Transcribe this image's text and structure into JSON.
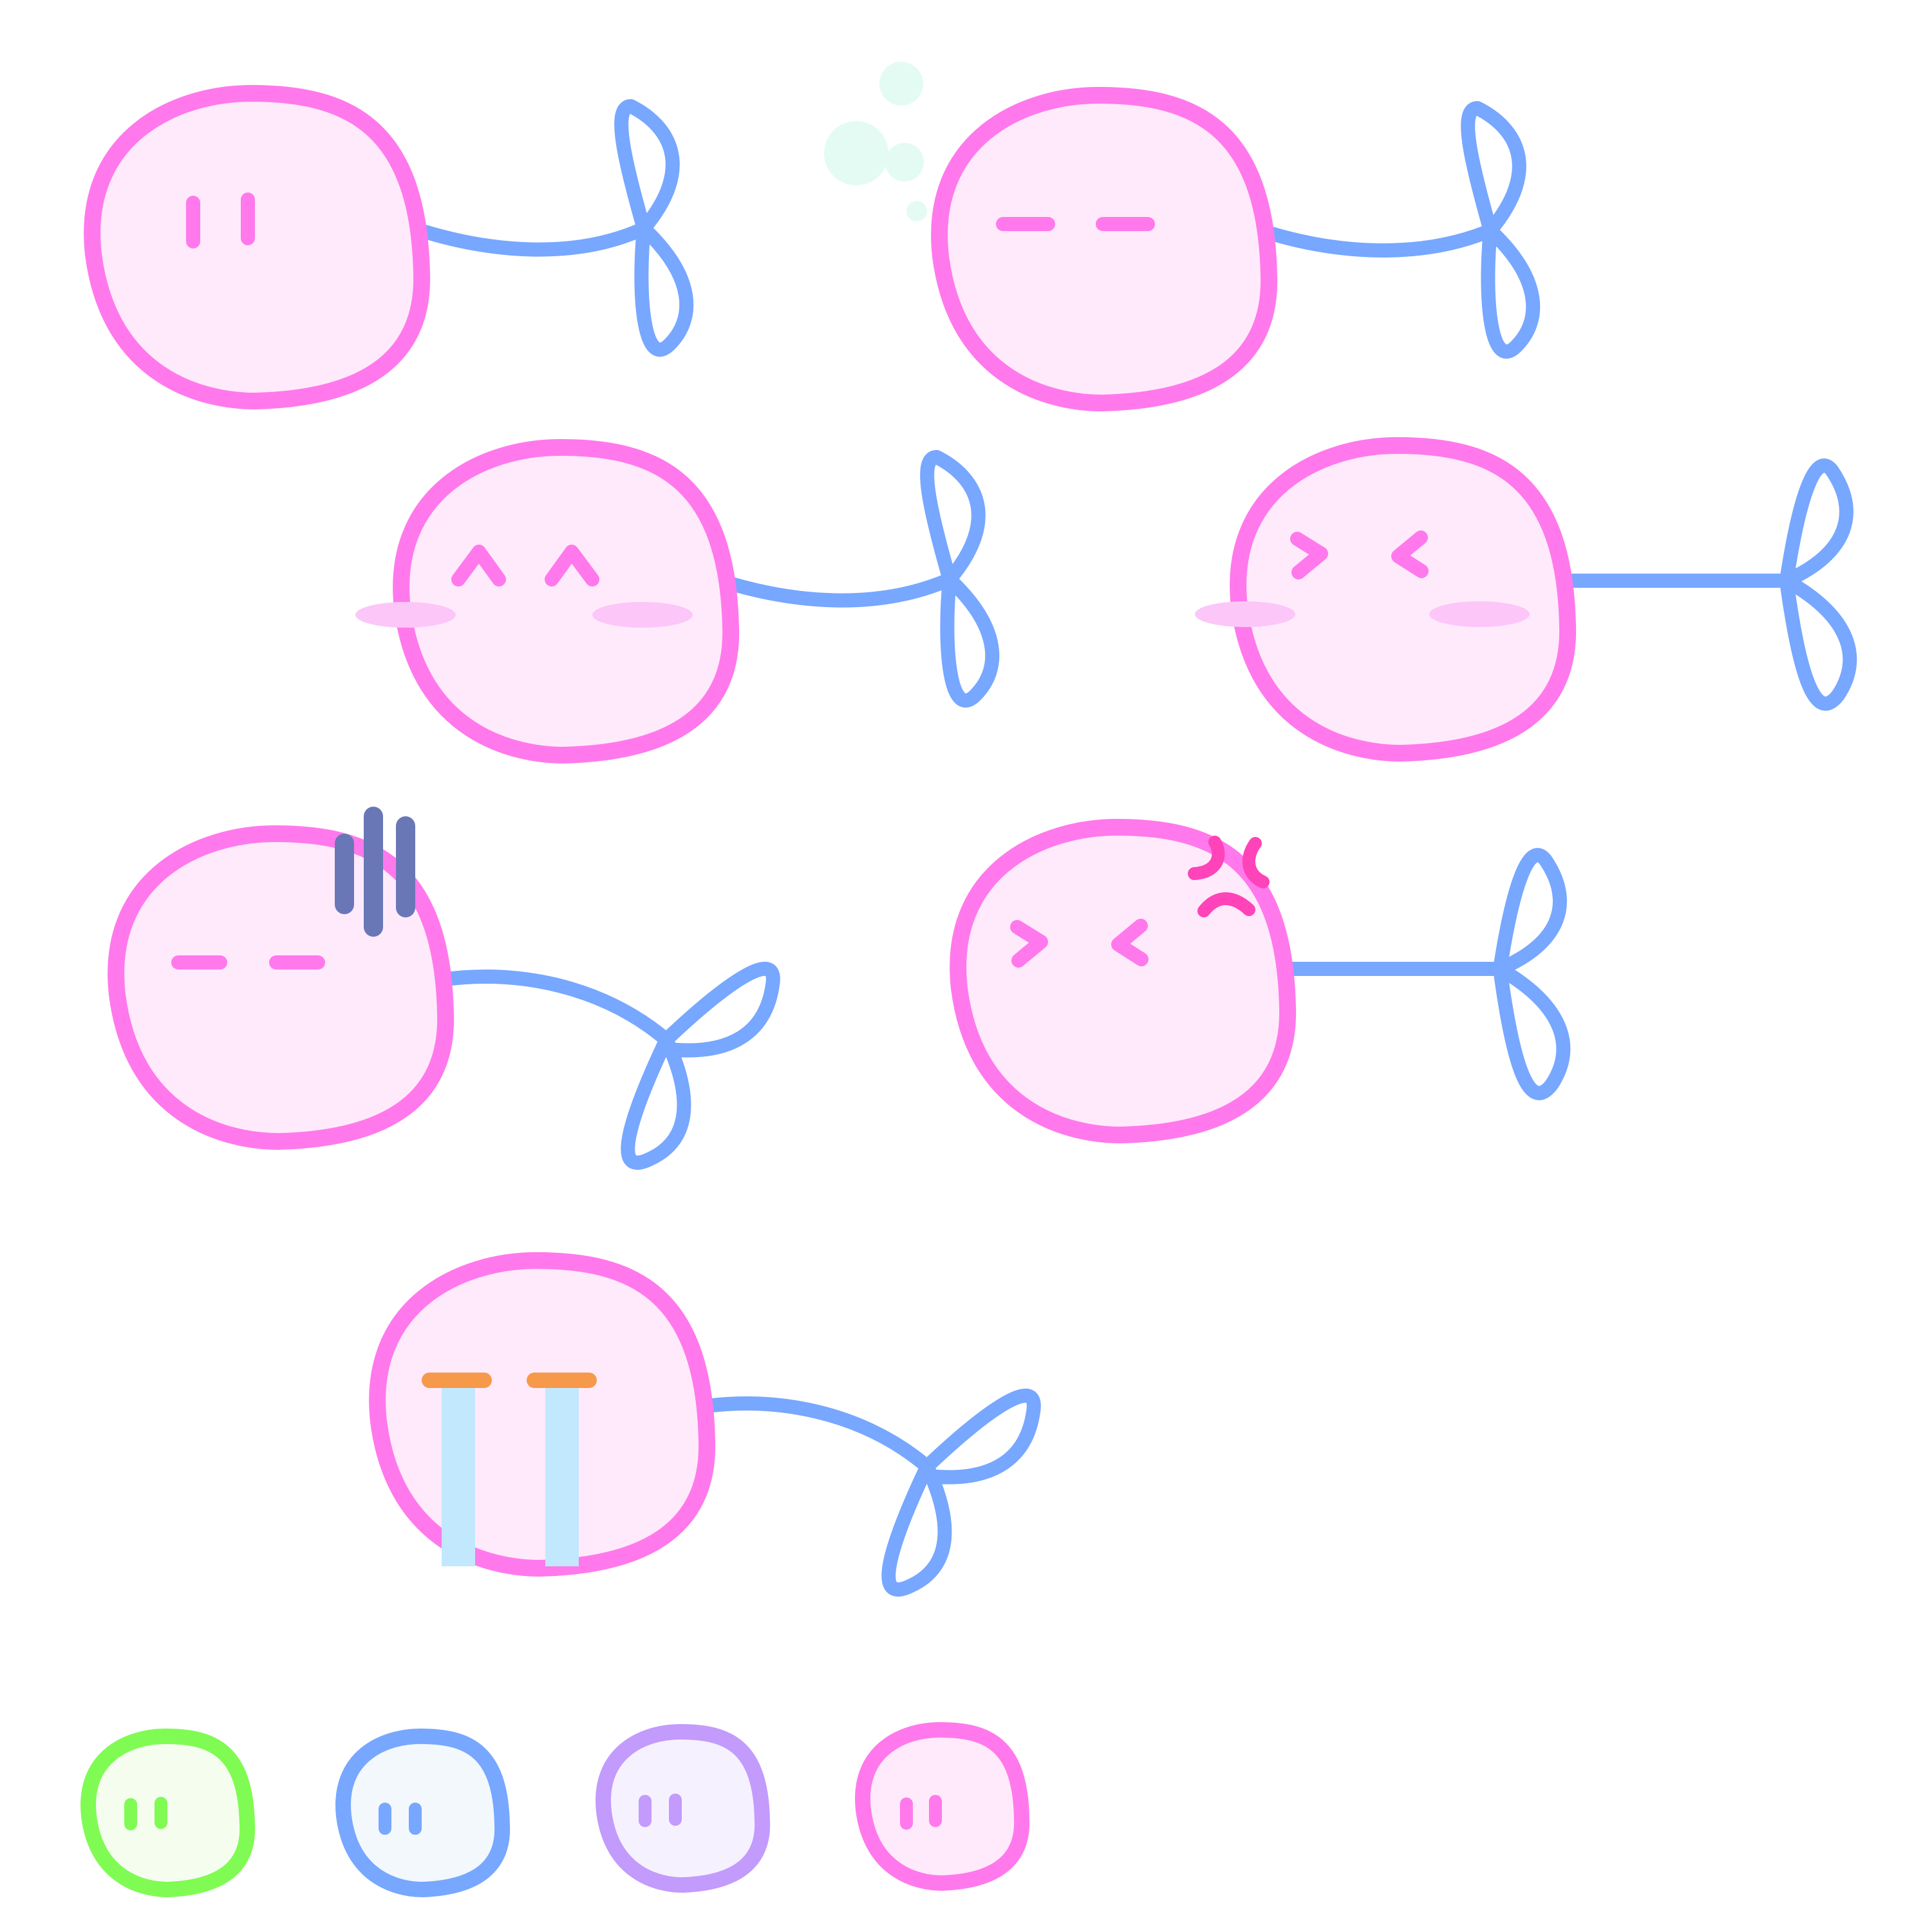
{
  "sheet": {
    "background": "#ffffff",
    "palette": {
      "body_fill": "#ffeafc",
      "body_stroke": "#ff79ec",
      "face": "#ff79ec",
      "stem": "#77a7ff",
      "blush": "#fcc6f8",
      "bubble": "#e4fbf4",
      "gloom": "#6a77b7",
      "anger": "#ff43b9",
      "tear": "#c2e8fd",
      "lid": "#f7994a"
    },
    "characters": [
      {
        "name": "neutral",
        "expression": "dot-eyes",
        "stem": "curved-right"
      },
      {
        "name": "sleepy",
        "expression": "closed-line-eyes",
        "extras": [
          "bubbles"
        ],
        "stem": "curved-right"
      },
      {
        "name": "happy",
        "expression": "caret-eyes",
        "extras": [
          "blush"
        ],
        "stem": "curved-right"
      },
      {
        "name": "squint",
        "expression": "chevron-eyes",
        "extras": [
          "blush"
        ],
        "stem": "straight-right"
      },
      {
        "name": "gloomy",
        "expression": "closed-line-eyes",
        "extras": [
          "gloom-lines"
        ],
        "stem": "drooping"
      },
      {
        "name": "angry",
        "expression": "chevron-eyes",
        "extras": [
          "anger-mark"
        ],
        "stem": "straight-right"
      },
      {
        "name": "crying",
        "expression": "closed-line-eyes",
        "extras": [
          "tear-streams"
        ],
        "stem": "drooping"
      }
    ],
    "color_variants": [
      {
        "name": "green",
        "stroke": "#80fb53",
        "fill": "#f5fdef",
        "eyes": "#80fb53"
      },
      {
        "name": "blue",
        "stroke": "#77a7ff",
        "fill": "#f3f8fd",
        "eyes": "#77a7ff"
      },
      {
        "name": "purple",
        "stroke": "#c29bfd",
        "fill": "#f6f1ff",
        "eyes": "#c29bfd"
      },
      {
        "name": "pink",
        "stroke": "#ff79ec",
        "fill": "#ffeafc",
        "eyes": "#ff79ec"
      }
    ]
  }
}
